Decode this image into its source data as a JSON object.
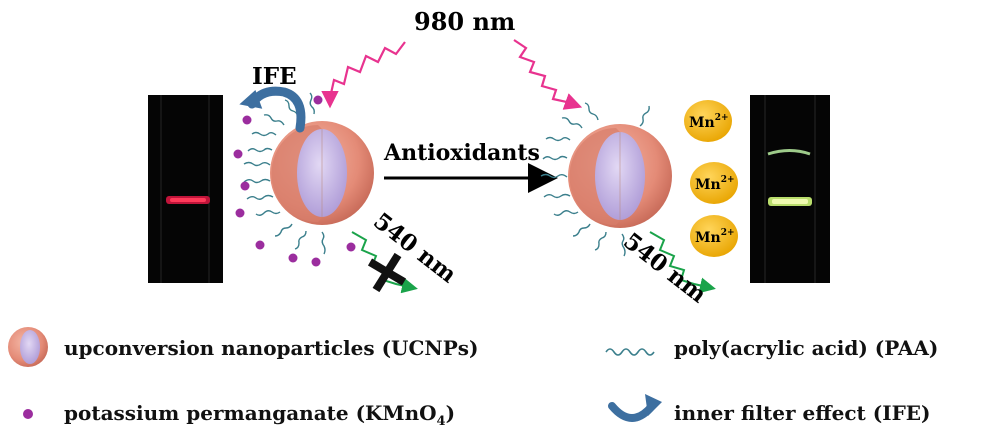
{
  "labels": {
    "wavelength_top": "980 nm",
    "ife": "IFE",
    "antioxidants": "Antioxidants",
    "emission_left": "540 nm",
    "emission_right": "540 nm",
    "mn_ion": "Mn",
    "mn_charge": "2+"
  },
  "legend": {
    "ucnps": "upconversion nanoparticles (UCNPs)",
    "kmno4_pre": "potassium permanganate (KMnO",
    "kmno4_sub": "4",
    "kmno4_post": ")",
    "paa": "poly(acrylic acid) (PAA)",
    "ife_full": "inner filter effect (IFE)"
  },
  "colors": {
    "laser": "#e8338f",
    "emission": "#1aa34a",
    "shell": "#e8927f",
    "core": "#c7b8e6",
    "ligand": "#3b7f8c",
    "kmno4_dot": "#9b2d9e",
    "mn_badge": "#f2b311",
    "ife_arrow": "#3d6fa0"
  }
}
